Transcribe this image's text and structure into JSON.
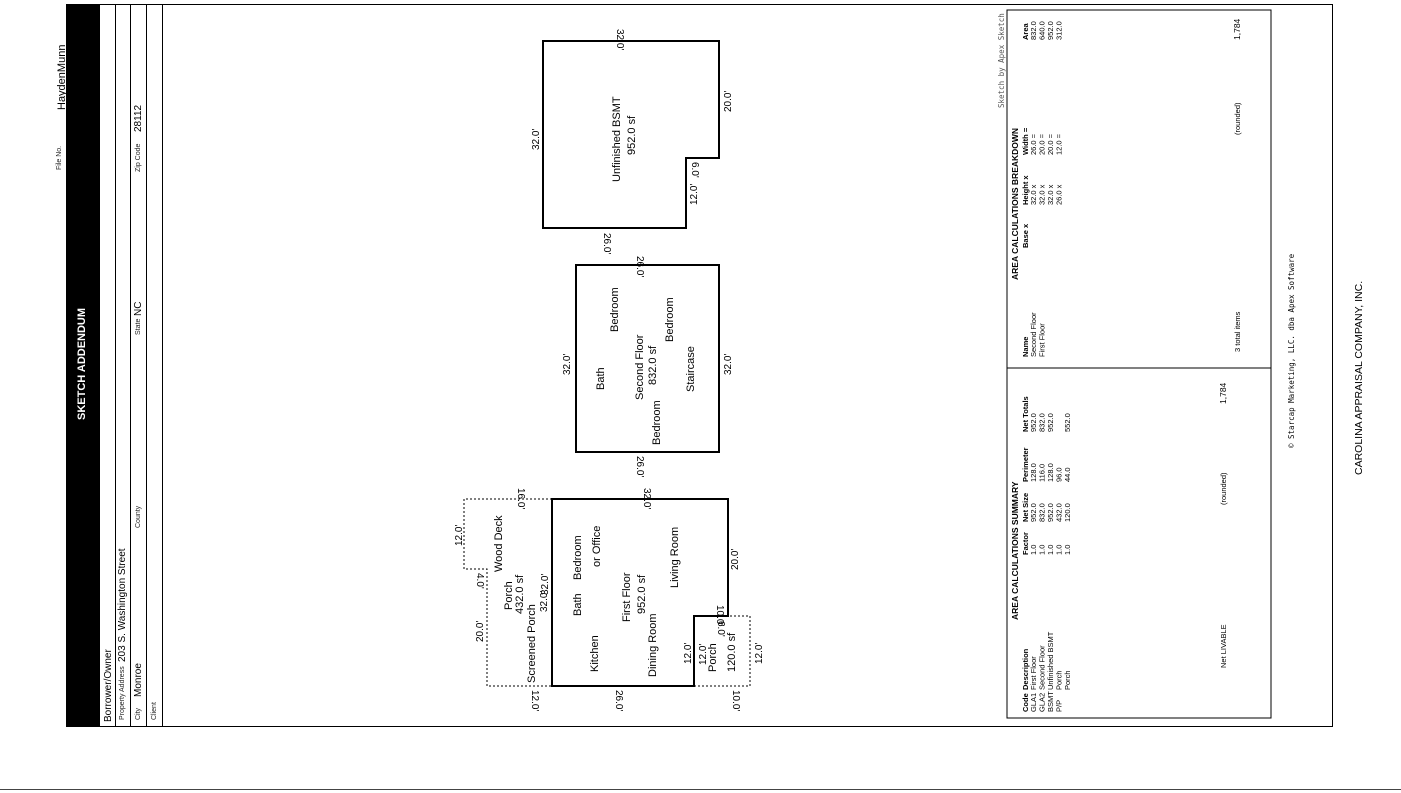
{
  "file_no_label": "File No.",
  "file_no": "HaydenMunn",
  "title": "SKETCH ADDENDUM",
  "header": {
    "borrower_label": "Borrower/Owner",
    "property_label": "Property Address",
    "property_value": "203 S. Washington Street",
    "city_label": "City",
    "city_value": "Monroe",
    "county_label": "County",
    "state_label": "State",
    "state_value": "NC",
    "zip_label": "Zip Code",
    "zip_value": "28112",
    "client_label": "Client"
  },
  "floor1": {
    "rooms": [
      "Kitchen",
      "Bath",
      "Bedroom",
      "or Office",
      "First Floor",
      "952.0 sf",
      "Dining Room",
      "Living Room"
    ],
    "dims": [
      "32.0'",
      "26.0'",
      "20.0'",
      "32.0'",
      "10.0'",
      "12.0'"
    ],
    "deck": [
      "Wood Deck",
      "Porch",
      "432.0 sf",
      "Screened Porch",
      "32.0'",
      "12.0'",
      "16.0'",
      "4.0'",
      "20.0'",
      "12.0'"
    ],
    "porch": [
      "Porch",
      "120.0 sf",
      "12.0'",
      "6.0'",
      "12.0'",
      "10.0'"
    ]
  },
  "floor2": {
    "rooms": [
      "Bath",
      "Bedroom",
      "Second Floor",
      "832.0 sf",
      "Bedroom",
      "Bedroom",
      "Staircase"
    ],
    "dims": [
      "26.0'",
      "32.0'",
      "26.0'",
      "32.0'"
    ]
  },
  "bsmt": {
    "rooms": [
      "Unfinished BSMT",
      "952.0 sf"
    ],
    "dims": [
      "32.0'",
      "32.0'",
      "20.0'",
      "6.0'",
      "12.0'",
      "26.0'"
    ]
  },
  "summary": {
    "title": "AREA CALCULATIONS SUMMARY",
    "headers": [
      "Code",
      "Description",
      "Factor",
      "Net Size",
      "Perimeter",
      "Net Totals"
    ],
    "rows": [
      [
        "GLA1",
        "First Floor",
        "1.0",
        "952.0",
        "128.0",
        "952.0"
      ],
      [
        "GLA2",
        "Second Floor",
        "1.0",
        "832.0",
        "116.0",
        "832.0"
      ],
      [
        "BSMT",
        "Unfinished BSMT",
        "1.0",
        "952.0",
        "128.0",
        "952.0"
      ],
      [
        "P/P",
        "Porch",
        "1.0",
        "432.0",
        "96.0",
        ""
      ],
      [
        "",
        "Porch",
        "1.0",
        "120.0",
        "44.0",
        "552.0"
      ]
    ],
    "net_label": "Net LIVABLE",
    "rounded": "(rounded)",
    "net_value": "1,784"
  },
  "breakdown": {
    "title": "AREA CALCULATIONS BREAKDOWN",
    "headers": [
      "Name",
      "Base x",
      "Height x",
      "Width =",
      "Area"
    ],
    "rows": [
      [
        "Second Floor",
        "",
        "32.0 x",
        "26.0 =",
        "832.0"
      ],
      [
        "First Floor",
        "",
        "32.0 x",
        "20.0 =",
        "640.0"
      ],
      [
        "",
        "",
        "32.0 x",
        "20.0 =",
        "952.0"
      ],
      [
        "",
        "",
        "26.0 x",
        "12.0 =",
        "312.0"
      ]
    ],
    "total_items": "3 total items",
    "rounded": "(rounded)",
    "total": "1,784"
  },
  "sketch_by": "Sketch by Apex Sketch",
  "copyright": "© Starcap Marketing, LLC. dba Apex Software",
  "company": "CAROLINA APPRAISAL COMPANY, INC."
}
